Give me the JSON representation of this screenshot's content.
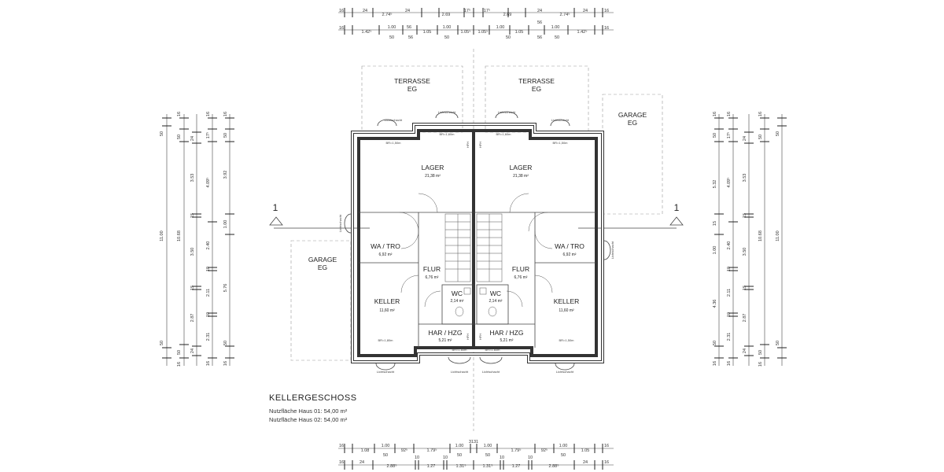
{
  "floor_title": "KELLERGESCHOSS",
  "areas": [
    {
      "label": "Nutzfläche Haus 01:",
      "value": "54,00 m²"
    },
    {
      "label": "Nutzfläche Haus 02:",
      "value": "54,00 m²"
    }
  ],
  "section_marker": "1",
  "rooms": {
    "lager_left": {
      "name": "LAGER",
      "area": "21,38 m²"
    },
    "lager_right": {
      "name": "LAGER",
      "area": "21,38 m²"
    },
    "wa_left": {
      "name": "WA / TRO",
      "area": "6,92 m²"
    },
    "wa_right": {
      "name": "WA / TRO",
      "area": "6,92 m²"
    },
    "flur_left": {
      "name": "FLUR",
      "area": "6,76 m²"
    },
    "flur_right": {
      "name": "FLUR",
      "area": "6,76 m²"
    },
    "wc_left": {
      "name": "WC",
      "area": "2,14 m²"
    },
    "wc_right": {
      "name": "WC",
      "area": "2,14 m²"
    },
    "keller_left": {
      "name": "KELLER",
      "area": "11,60 m²"
    },
    "keller_right": {
      "name": "KELLER",
      "area": "11,60 m²"
    },
    "har_left": {
      "name": "HAR / HZG",
      "area": "5,21 m²"
    },
    "har_right": {
      "name": "HAR / HZG",
      "area": "5,21 m²"
    }
  },
  "outside": {
    "terrasse": {
      "name": "TERRASSE",
      "level": "EG"
    },
    "garage": {
      "name": "GARAGE",
      "level": "EG"
    }
  },
  "small_labels": {
    "lichtschacht": "Lichtschacht",
    "hfh": "HFH",
    "br_150": "BR=1,50m",
    "br_160": "BR=1,60m",
    "br_180": "BR=1,80m"
  },
  "dims": {
    "top_row1": [
      "16",
      "24",
      "2.74⁵",
      "24",
      "2.69",
      "17⁵",
      "17⁵",
      "2.69",
      "24",
      "2.74⁵",
      "24",
      "16"
    ],
    "top_row2": [
      "16",
      "1.42⁵",
      "1.00",
      "56",
      "1.05",
      "1.00",
      "1.05⁵",
      "1.05⁵",
      "1.00",
      "1.05",
      "1.00",
      "56",
      "1.42⁵",
      "16"
    ],
    "top_sub2": [
      "50",
      "56",
      "50",
      "50",
      "56",
      "50"
    ],
    "bottom_row1": [
      "16",
      "1.08",
      "1.00",
      "92⁵",
      "1.79⁵",
      "1.00",
      "3131",
      "1.00",
      "1.79⁵",
      "92⁵",
      "1.00",
      "1.05",
      "16"
    ],
    "bottom_sub1": [
      "50",
      "50",
      "50",
      "50"
    ],
    "bottom_row2": [
      "16",
      "24",
      "2.88⁵",
      "10",
      "1.27",
      "10",
      "1.31⁵",
      "1.31⁵",
      "10",
      "1.27",
      "10",
      "2.88⁵",
      "24",
      "16"
    ],
    "left_col1": [
      "50",
      "11.00",
      "50"
    ],
    "left_col2": [
      "16",
      "50",
      "10.68",
      "50",
      "16"
    ],
    "left_col3": [
      "24",
      "3.53",
      "15",
      "3.50",
      "15",
      "2.87",
      "24"
    ],
    "left_col4": [
      "16",
      "17⁵",
      "4.09⁵",
      "2.40",
      "10",
      "2.11",
      "10",
      "2.31",
      "16"
    ],
    "left_col5": [
      "16",
      "50",
      "3.92",
      "1.00",
      "5.76",
      "50",
      "16"
    ],
    "right_col1": [
      "50",
      "11.00",
      "50"
    ],
    "right_col2": [
      "16",
      "50",
      "10.68",
      "50",
      "16"
    ],
    "right_col3": [
      "24",
      "3.53",
      "15",
      "3.50",
      "15",
      "2.87",
      "24"
    ],
    "right_col4": [
      "16",
      "17⁵",
      "4.09⁵",
      "2.40",
      "10",
      "2.11",
      "10",
      "2.31",
      "16"
    ],
    "right_col5": [
      "16",
      "50",
      "5.32",
      "15",
      "1.00",
      "50",
      "4.36",
      "16"
    ]
  }
}
